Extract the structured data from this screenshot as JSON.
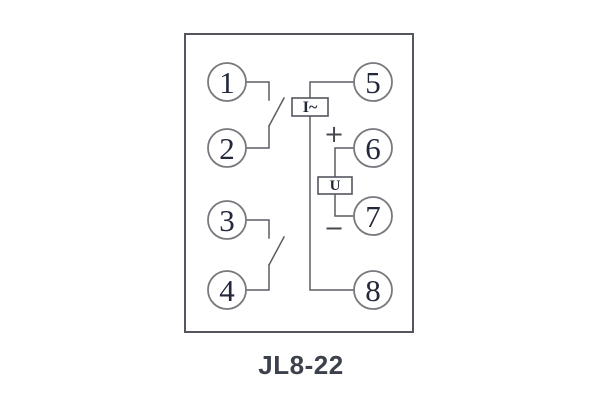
{
  "diagram": {
    "caption": "JL8-22",
    "terminals": [
      "1",
      "2",
      "3",
      "4",
      "5",
      "6",
      "7",
      "8"
    ],
    "labels": {
      "current_element": "I~",
      "voltage_element": "U",
      "plus": "+",
      "minus": "−"
    },
    "colors": {
      "background": "#ffffff",
      "outline": "#53565e",
      "wire": "#5a5d64",
      "terminal_ring": "#77797e",
      "digit": "#23283a",
      "caption": "#3d414b"
    }
  }
}
